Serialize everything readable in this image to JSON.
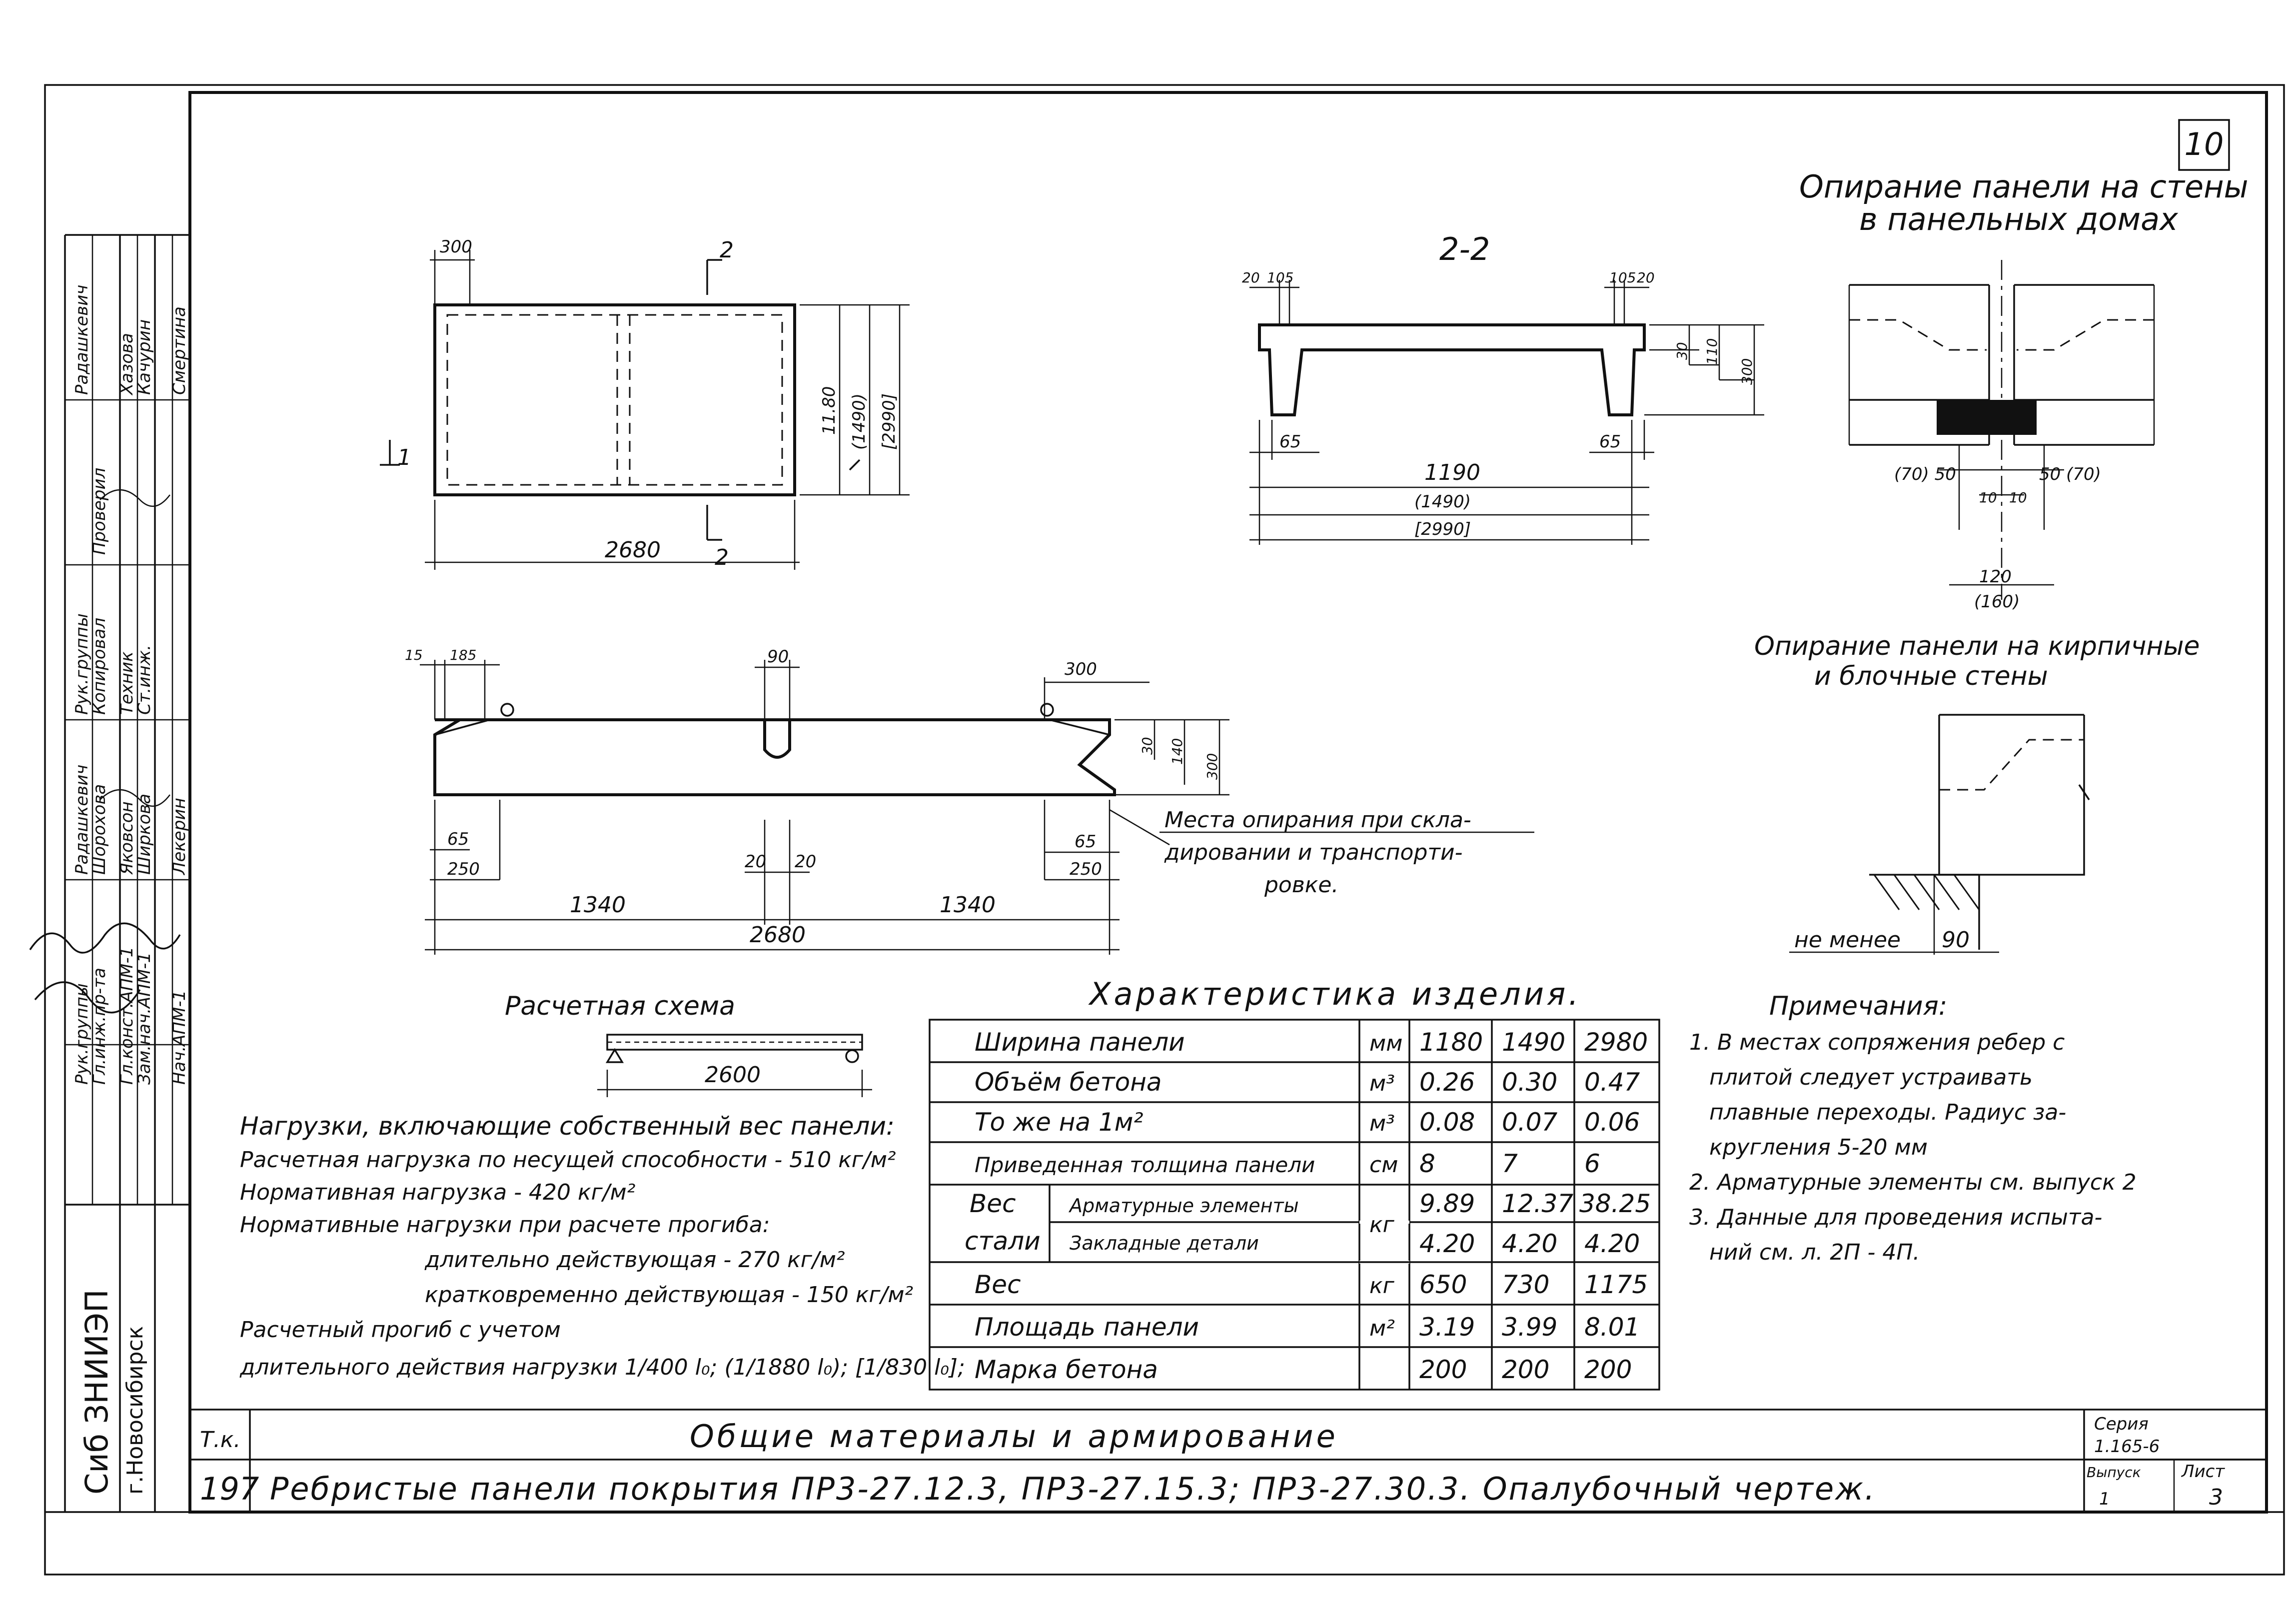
{
  "sheet": {
    "sheet_index": "10",
    "org_name": "Сиб ЗНИИЭП",
    "org_city": "г.Новосибирск",
    "series_label": "Серия",
    "series_value": "1.165-6",
    "issue_label": "Выпуск",
    "sheet_label": "Лист",
    "issue_value": "1",
    "sheet_value": "3",
    "tk_label": "Т.к.",
    "row_number": "197",
    "title_line1": "Общие материалы и армирование",
    "title_line2": "Ребристые панели покрытия ПР3-27.12.3, ПР3-27.15.3; ПР3-27.30.3. Опалубочный чертеж."
  },
  "signatures": {
    "roles": [
      "Рук.группы",
      "Гл.инж.пр-та",
      "Гл.конст.АПМ-1",
      "Зам.нач.АПМ-1",
      "Нач.АПМ-1"
    ],
    "names": [
      "Радашкевич",
      "Шорохова",
      "Яковсон",
      "Ширкова",
      "Лекерин"
    ],
    "roles2": [
      "Рук.группы",
      "Копировал",
      "Техник",
      "Ст.инж."
    ],
    "names2": [
      "Радашкевич",
      "Проверил",
      "Хазова",
      "Качурин",
      "Смертина"
    ]
  },
  "plan_view": {
    "dims": [
      "300",
      "2",
      "11.80",
      "(1490)",
      "[2990]",
      "1",
      "2680",
      "2"
    ]
  },
  "section_2_2": {
    "title": "2-2",
    "dims": [
      "20",
      "105",
      "105",
      "20",
      "30",
      "110",
      "300",
      "65",
      "65",
      "1190",
      "(1490)",
      "[2990]"
    ]
  },
  "elevation": {
    "dims": [
      "15",
      "185",
      "90",
      "300",
      "30",
      "140",
      "300",
      "65",
      "250",
      "20",
      "20",
      "65",
      "250",
      "1340",
      "1340",
      "2680"
    ],
    "note": [
      "Места опирания при скла-",
      "дировании и транспорти-",
      "ровке."
    ]
  },
  "support_panel": {
    "title": [
      "Опирание панели на стены",
      "в панельных домах"
    ],
    "dims": [
      "(70) 50",
      "50 (70)",
      "10",
      "10",
      "120",
      "(160)"
    ]
  },
  "support_brick": {
    "title": [
      "Опирание панели на кирпичные",
      "и блочные стены"
    ],
    "label": "не менее",
    "dim": "90"
  },
  "calc_scheme": {
    "title": "Расчетная схема",
    "span": "2600"
  },
  "loads": [
    "Нагрузки, включающие собственный вес панели:",
    "Расчетная нагрузка по несущей способности - 510 кг/м²",
    "Нормативная нагрузка                                           - 420 кг/м²",
    "Нормативные нагрузки при расчете прогиба:",
    "длительно действующая          - 270 кг/м²",
    "кратковременно действующая - 150 кг/м²",
    "Расчетный прогиб с учетом",
    "длительного действия нагрузки 1/400 l₀; (1/1880 l₀); [1/830 l₀];"
  ],
  "table": {
    "title": "Характеристика изделия.",
    "rows": [
      {
        "label": "Ширина панели",
        "unit": "мм",
        "v": [
          "1180",
          "1490",
          "2980"
        ]
      },
      {
        "label": "Объём бетона",
        "unit": "м³",
        "v": [
          "0.26",
          "0.30",
          "0.47"
        ]
      },
      {
        "label": "То же на 1м²",
        "unit": "м³",
        "v": [
          "0.08",
          "0.07",
          "0.06"
        ]
      },
      {
        "label": "Приведенная толщина панели",
        "unit": "см",
        "v": [
          "8",
          "7",
          "6"
        ]
      },
      {
        "label": "Арматурные элементы",
        "unit": "кг",
        "v": [
          "9.89",
          "12.37",
          "38.25"
        ]
      },
      {
        "label": "Закладные детали",
        "unit": "",
        "v": [
          "4.20",
          "4.20",
          "4.20"
        ]
      },
      {
        "label": "Вес",
        "unit": "кг",
        "v": [
          "650",
          "730",
          "1175"
        ]
      },
      {
        "label": "Площадь панели",
        "unit": "м²",
        "v": [
          "3.19",
          "3.99",
          "8.01"
        ]
      },
      {
        "label": "Марка бетона",
        "unit": "",
        "v": [
          "200",
          "200",
          "200"
        ]
      }
    ],
    "steel_label": [
      "Вес",
      "стали"
    ]
  },
  "notes": {
    "title": "Примечания:",
    "lines": [
      "1. В местах сопряжения ребер с",
      "плитой следует устраивать",
      "плавные переходы. Радиус за-",
      "кругления 5-20 мм",
      "2. Арматурные элементы см. выпуск 2",
      "3. Данные для проведения испыта-",
      "ний см. л. 2П - 4П."
    ]
  }
}
